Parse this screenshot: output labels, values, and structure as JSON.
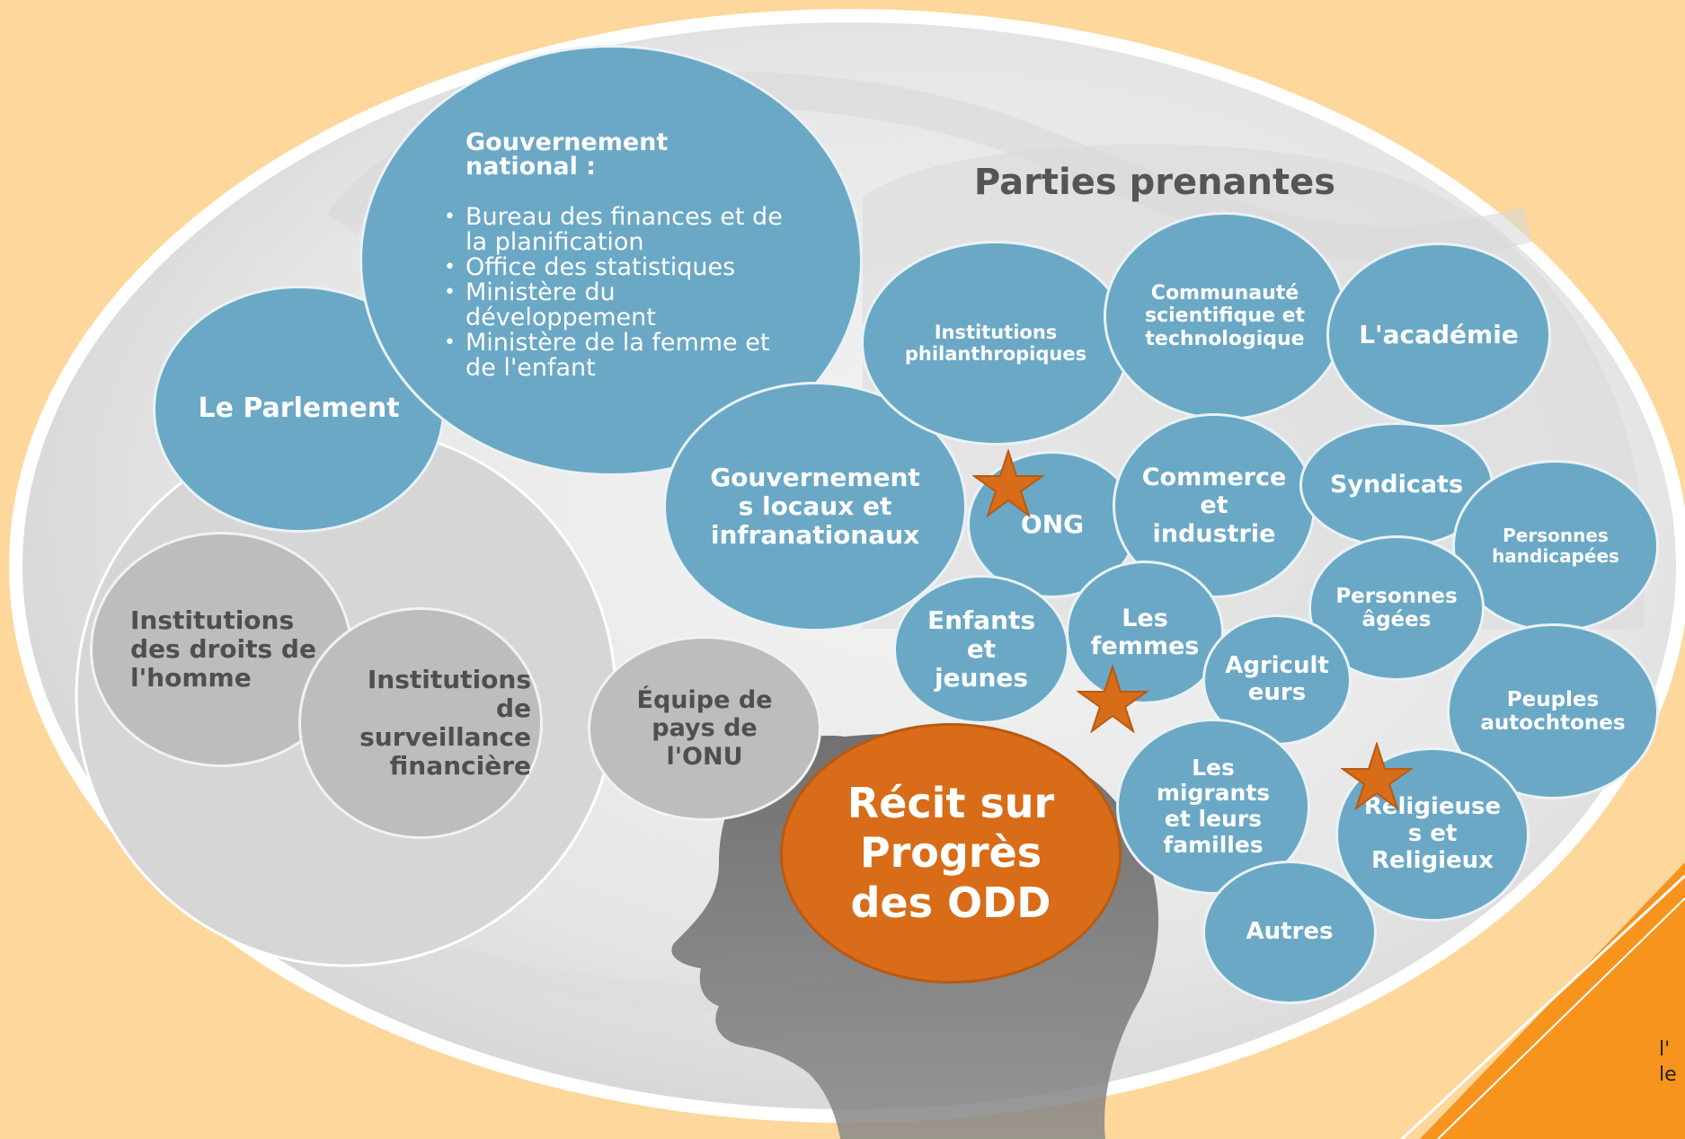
{
  "title": "Parties prenantes",
  "center": [
    "Récit sur",
    "Progrès",
    "des ODD"
  ],
  "government": {
    "heading": [
      "Gouvernement",
      "national :"
    ],
    "items": [
      "Bureau des finances et de la planification",
      "Office des statistiques",
      "Ministère du développement",
      "Ministère de la femme et de l'enfant"
    ]
  },
  "grey_nodes": {
    "human_rights": [
      "Institutions",
      "des droits de",
      "l'homme"
    ],
    "financial_oversight": [
      "Institutions",
      "de",
      "surveillance",
      "financière"
    ],
    "un_team": [
      "Équipe de",
      "pays de",
      "l'ONU"
    ]
  },
  "blue_nodes": {
    "parliament": "Le Parlement",
    "local_gov": [
      "Gouvernement",
      "s locaux et",
      "infranationaux"
    ],
    "philanthropic": [
      "Institutions",
      "philanthropiques"
    ],
    "science": [
      "Communauté",
      "scientifique et",
      "technologique"
    ],
    "academia": "L'académie",
    "ngo": "ONG",
    "commerce": [
      "Commerce",
      "et",
      "industrie"
    ],
    "unions": "Syndicats",
    "disabled": [
      "Personnes",
      "handicapées"
    ],
    "elderly": [
      "Personnes",
      "âgées"
    ],
    "youth": [
      "Enfants",
      "et",
      "jeunes"
    ],
    "women": [
      "Les",
      "femmes"
    ],
    "farmers": [
      "Agricult",
      "eurs"
    ],
    "indigenous": [
      "Peuples",
      "autochtones"
    ],
    "migrants": [
      "Les",
      "migrants",
      "et leurs",
      "familles"
    ],
    "religious": [
      "Religieuse",
      "s et",
      "Religieux"
    ],
    "others": "Autres"
  },
  "corner_text": [
    "l'",
    "le"
  ],
  "colors": {
    "background": "#fdd79b",
    "blue_node": "#6aa8c6",
    "grey_node": "#bdbdbd",
    "center_node": "#d86c18",
    "star": "#d86c18",
    "corner_accent": "#f7941d"
  },
  "icons": [
    "star-icon",
    "head-silhouette"
  ]
}
